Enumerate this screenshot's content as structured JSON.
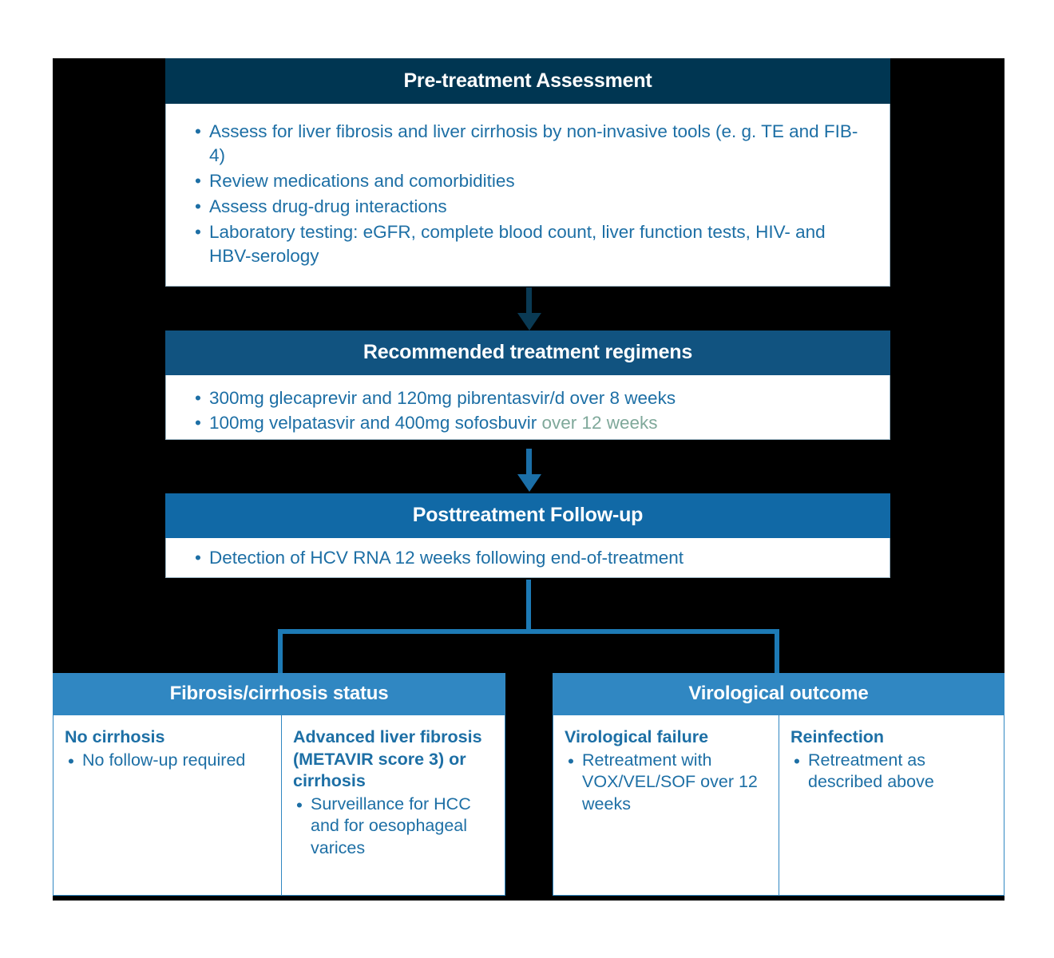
{
  "diagram": {
    "title": "HCV treatment pathway flowchart",
    "colors": {
      "header_dark_navy": "#003652",
      "header_medium_blue": "#115380",
      "header_blue": "#1169A6",
      "header_light_blue": "#3087C2",
      "body_text_blue": "#1D6FA5",
      "muted_green": "#7FA89A",
      "backdrop": "#000000"
    }
  },
  "box1": {
    "header": "Pre-treatment Assessment",
    "bullets": [
      "Assess for liver fibrosis and liver cirrhosis by non-invasive tools (e. g. TE and FIB-4)",
      "Review medications and comorbidities",
      "Assess drug-drug interactions",
      "Laboratory testing: eGFR, complete blood count, liver function tests, HIV- and HBV-serology"
    ]
  },
  "box2": {
    "header": "Recommended treatment regimens",
    "bullet1": "300mg glecaprevir and 120mg pibrentasvir/d over 8 weeks",
    "bullet2_main": "100mg velpatasvir and 400mg sofosbuvir ",
    "bullet2_highlight": "over 12 weeks"
  },
  "box3": {
    "header": "Posttreatment Follow-up",
    "bullets": [
      "Detection of HCV RNA 12 weeks following end-of-treatment"
    ]
  },
  "panel_left": {
    "header": "Fibrosis/cirrhosis status",
    "columns": [
      {
        "title": "No cirrhosis",
        "bullets": [
          "No follow-up required"
        ]
      },
      {
        "title": "Advanced liver fibrosis (METAVIR score 3) or cirrhosis",
        "bullets": [
          "Surveillance for HCC and for oesophageal varices"
        ]
      }
    ]
  },
  "panel_right": {
    "header": "Virological outcome",
    "columns": [
      {
        "title": "Virological failure",
        "bullets": [
          "Retreatment with VOX/VEL/SOF over 12 weeks"
        ]
      },
      {
        "title": "Reinfection",
        "bullets": [
          "Retreatment as described above"
        ]
      }
    ]
  }
}
